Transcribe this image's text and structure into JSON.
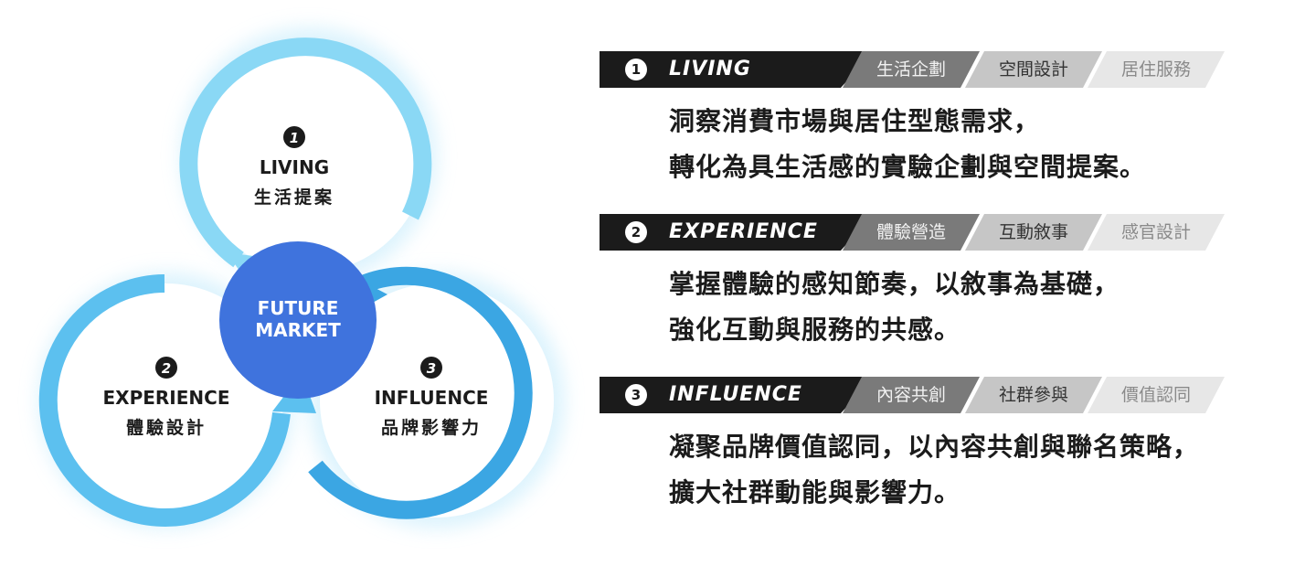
{
  "diagram": {
    "center_label_line1": "FUTURE",
    "center_label_line2": "MARKET",
    "circles": [
      {
        "number": "1",
        "title": "LIVING",
        "subtitle": "生活提案",
        "color": "#8ad8f5"
      },
      {
        "number": "2",
        "title": "EXPERIENCE",
        "subtitle": "體驗設計",
        "color": "#5cc0ef"
      },
      {
        "number": "3",
        "title": "INFLUENCE",
        "subtitle": "品牌影響力",
        "color": "#3ba6e3"
      }
    ],
    "center_color": "#3f73dd"
  },
  "sections": [
    {
      "number": "1",
      "title": "LIVING",
      "tags": [
        "生活企劃",
        "空間設計",
        "居住服務"
      ],
      "line1": "洞察消費市場與居住型態需求，",
      "line2": "轉化為具生活感的實驗企劃與空間提案。"
    },
    {
      "number": "2",
      "title": "EXPERIENCE",
      "tags": [
        "體驗營造",
        "互動敘事",
        "感官設計"
      ],
      "line1": "掌握體驗的感知節奏，以敘事為基礎，",
      "line2": "強化互動與服務的共感。"
    },
    {
      "number": "3",
      "title": "INFLUENCE",
      "tags": [
        "內容共創",
        "社群參與",
        "價值認同"
      ],
      "line1": "凝聚品牌價值認同，以內容共創與聯名策略，",
      "line2": "擴大社群動能與影響力。"
    }
  ]
}
